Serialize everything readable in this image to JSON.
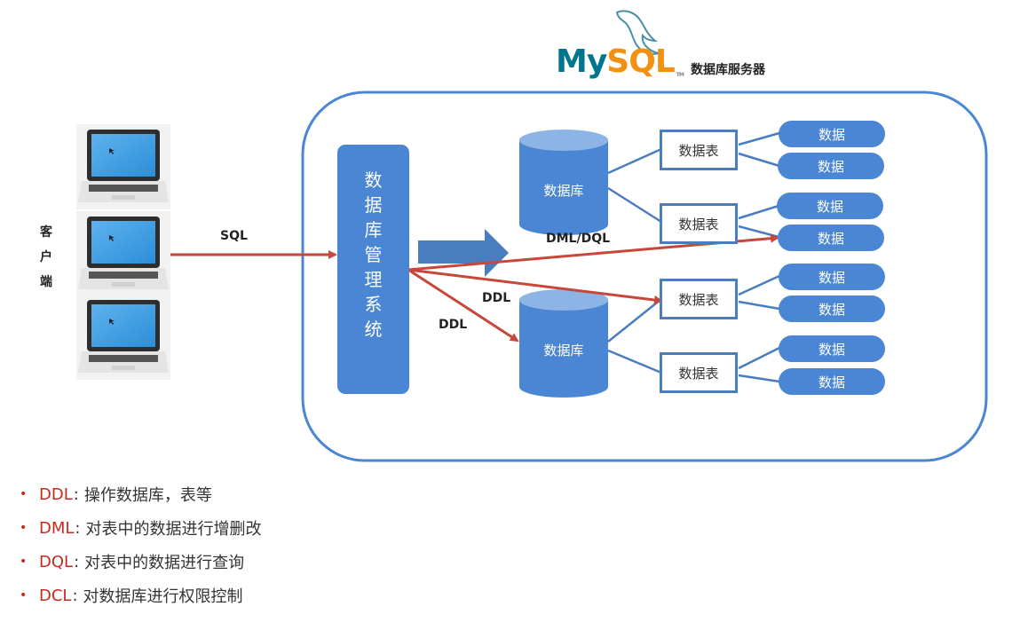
{
  "header": {
    "logo_my": "My",
    "logo_sql": "SQL",
    "logo_tm": "TM",
    "server_label": "数据库服务器"
  },
  "client": {
    "label_chars": [
      "客",
      "户",
      "端"
    ],
    "laptop_count": 3
  },
  "dbms": {
    "label_chars": [
      "数",
      "据",
      "库",
      "管",
      "理",
      "系",
      "统"
    ]
  },
  "arrows": {
    "sql": "SQL",
    "dml_dql": "DML/DQL",
    "ddl_table": "DDL",
    "ddl_db": "DDL"
  },
  "databases": [
    {
      "label": "数据库",
      "tables": [
        {
          "label": "数据表",
          "rows": [
            "数据",
            "数据"
          ]
        },
        {
          "label": "数据表",
          "rows": [
            "数据",
            "数据"
          ]
        }
      ]
    },
    {
      "label": "数据库",
      "tables": [
        {
          "label": "数据表",
          "rows": [
            "数据",
            "数据"
          ]
        },
        {
          "label": "数据表",
          "rows": [
            "数据",
            "数据"
          ]
        }
      ]
    }
  ],
  "legend": [
    {
      "key": "DDL",
      "sep": ":",
      "desc": "操作数据库，表等"
    },
    {
      "key": "DML",
      "sep": ":",
      "desc": "对表中的数据进行增删改"
    },
    {
      "key": "DQL",
      "sep": ":",
      "desc": "对表中的数据进行查询"
    },
    {
      "key": "DCL",
      "sep": ":",
      "desc": "对数据库进行权限控制"
    }
  ],
  "colors": {
    "primary_blue": "#4a86d4",
    "border_blue": "#4a7cc0",
    "arrow_red": "#c8463a",
    "legend_red": "#c8281e"
  }
}
